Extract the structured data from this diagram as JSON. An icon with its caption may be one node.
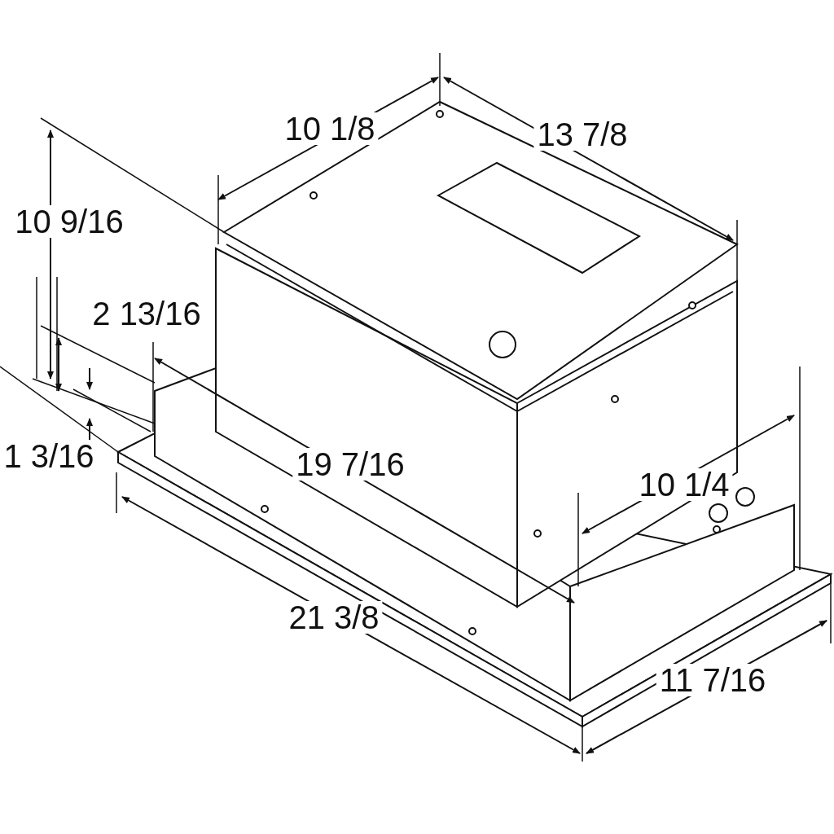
{
  "diagram": {
    "labels": [
      "10 1/8",
      "13 7/8",
      "10 9/16",
      "2 13/16",
      "19 7/16",
      "1 3/16",
      "10 1/4",
      "21 3/8",
      "11 7/16"
    ]
  }
}
